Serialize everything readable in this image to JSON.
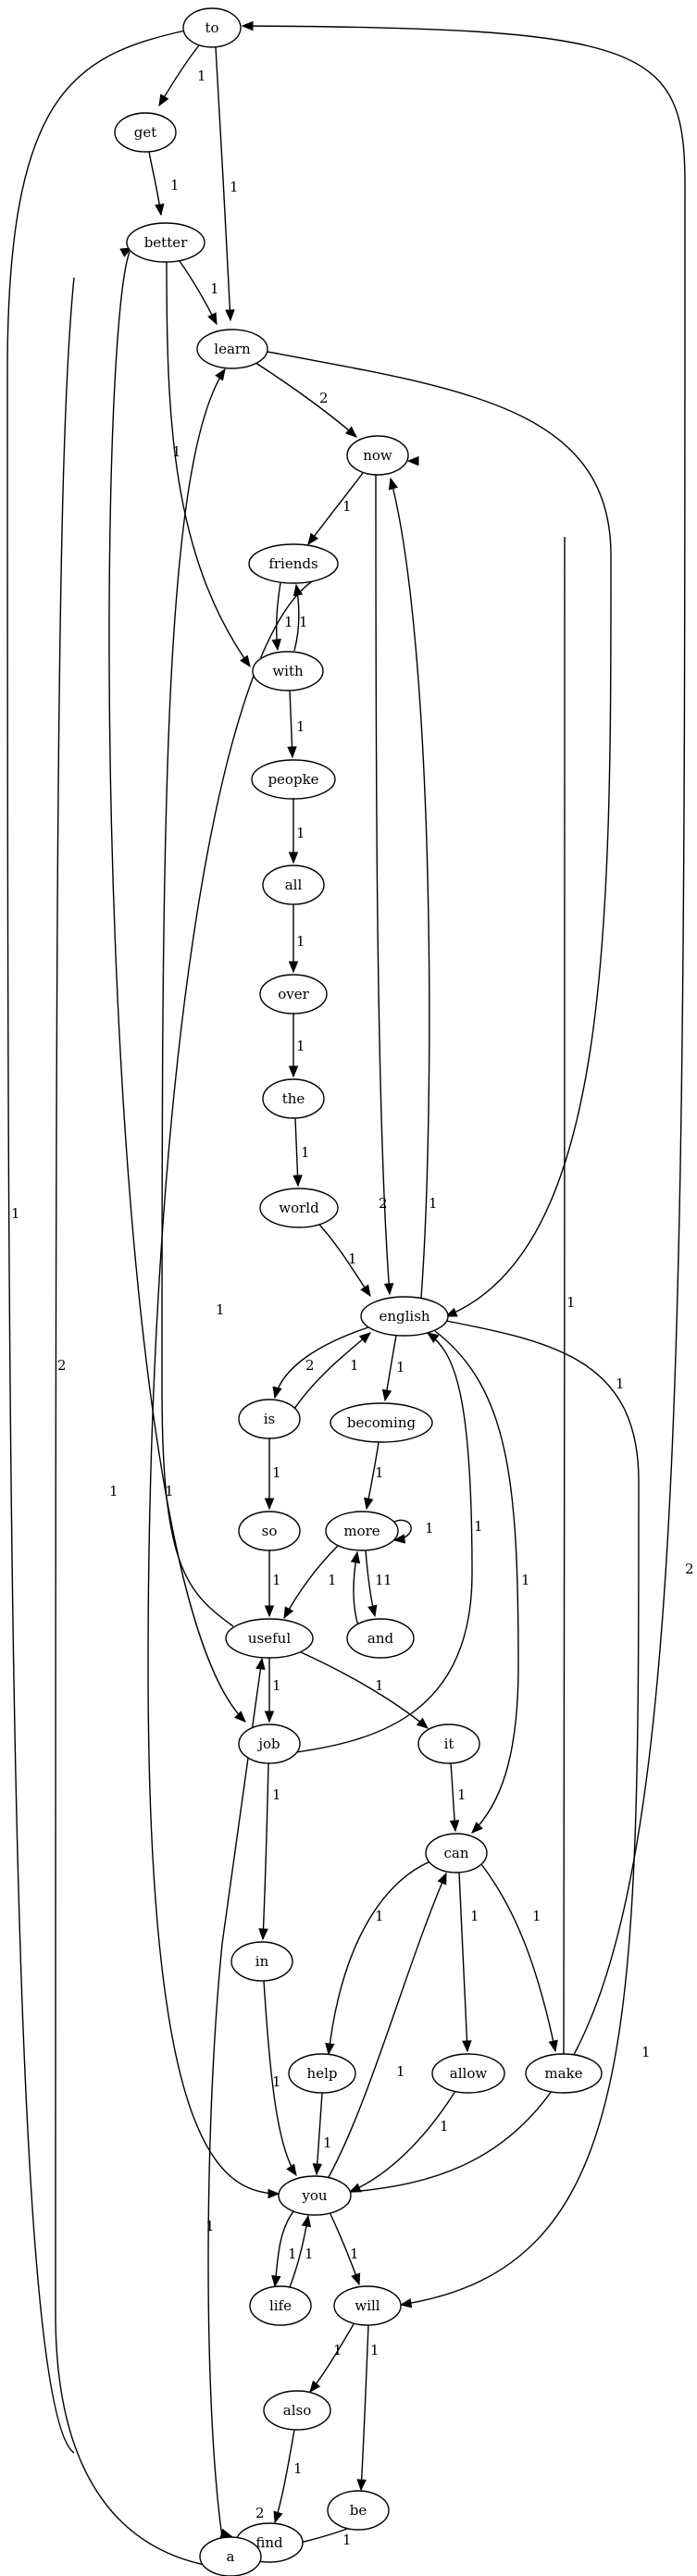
{
  "graph": {
    "nodes": [
      {
        "id": "to",
        "label": "to"
      },
      {
        "id": "get",
        "label": "get"
      },
      {
        "id": "better",
        "label": "better"
      },
      {
        "id": "learn",
        "label": "learn"
      },
      {
        "id": "now",
        "label": "now"
      },
      {
        "id": "friends",
        "label": "friends"
      },
      {
        "id": "with",
        "label": "with"
      },
      {
        "id": "peopke",
        "label": "peopke"
      },
      {
        "id": "all",
        "label": "all"
      },
      {
        "id": "over",
        "label": "over"
      },
      {
        "id": "the",
        "label": "the"
      },
      {
        "id": "world",
        "label": "world"
      },
      {
        "id": "english",
        "label": "english"
      },
      {
        "id": "is",
        "label": "is"
      },
      {
        "id": "becoming",
        "label": "becoming"
      },
      {
        "id": "so",
        "label": "so"
      },
      {
        "id": "more",
        "label": "more"
      },
      {
        "id": "and",
        "label": "and"
      },
      {
        "id": "useful",
        "label": "useful"
      },
      {
        "id": "job",
        "label": "job"
      },
      {
        "id": "it",
        "label": "it"
      },
      {
        "id": "can",
        "label": "can"
      },
      {
        "id": "in",
        "label": "in"
      },
      {
        "id": "help",
        "label": "help"
      },
      {
        "id": "allow",
        "label": "allow"
      },
      {
        "id": "make",
        "label": "make"
      },
      {
        "id": "you",
        "label": "you"
      },
      {
        "id": "life",
        "label": "life"
      },
      {
        "id": "will",
        "label": "will"
      },
      {
        "id": "also",
        "label": "also"
      },
      {
        "id": "be",
        "label": "be"
      },
      {
        "id": "find",
        "label": "find"
      },
      {
        "id": "a",
        "label": "a"
      }
    ],
    "edges": [
      {
        "from": "to",
        "to": "get",
        "label": "1"
      },
      {
        "from": "to",
        "to": "learn",
        "label": "1"
      },
      {
        "from": "to",
        "to": "find",
        "label": "1"
      },
      {
        "from": "get",
        "to": "better",
        "label": "1"
      },
      {
        "from": "better",
        "to": "learn",
        "label": "1"
      },
      {
        "from": "better",
        "to": "with",
        "label": "1"
      },
      {
        "from": "better",
        "to": "job",
        "label": "1"
      },
      {
        "from": "learn",
        "to": "now",
        "label": "2"
      },
      {
        "from": "learn",
        "to": "english",
        "label": "1"
      },
      {
        "from": "now",
        "to": "friends",
        "label": "1"
      },
      {
        "from": "now",
        "to": "english",
        "label": "2"
      },
      {
        "from": "friends",
        "to": "with",
        "label": "1"
      },
      {
        "from": "friends",
        "to": "you",
        "label": "1"
      },
      {
        "from": "with",
        "to": "friends",
        "label": "1"
      },
      {
        "from": "with",
        "to": "peopke",
        "label": "1"
      },
      {
        "from": "peopke",
        "to": "all",
        "label": "1"
      },
      {
        "from": "all",
        "to": "over",
        "label": "1"
      },
      {
        "from": "over",
        "to": "the",
        "label": "1"
      },
      {
        "from": "the",
        "to": "world",
        "label": "1"
      },
      {
        "from": "world",
        "to": "english",
        "label": "1"
      },
      {
        "from": "english",
        "to": "now",
        "label": "1"
      },
      {
        "from": "english",
        "to": "is",
        "label": "2"
      },
      {
        "from": "english",
        "to": "becoming",
        "label": "1"
      },
      {
        "from": "english",
        "to": "can",
        "label": "1"
      },
      {
        "from": "english",
        "to": "will",
        "label": "1"
      },
      {
        "from": "is",
        "to": "english",
        "label": "1"
      },
      {
        "from": "is",
        "to": "so",
        "label": "1"
      },
      {
        "from": "becoming",
        "to": "more",
        "label": "1"
      },
      {
        "from": "more",
        "to": "more",
        "label": "1"
      },
      {
        "from": "more",
        "to": "and",
        "label": "1"
      },
      {
        "from": "more",
        "to": "useful",
        "label": "1"
      },
      {
        "from": "and",
        "to": "more",
        "label": "1"
      },
      {
        "from": "so",
        "to": "useful",
        "label": "1"
      },
      {
        "from": "useful",
        "to": "learn",
        "label": "1"
      },
      {
        "from": "useful",
        "to": "job",
        "label": "1"
      },
      {
        "from": "useful",
        "to": "it",
        "label": "1"
      },
      {
        "from": "job",
        "to": "english",
        "label": "1"
      },
      {
        "from": "job",
        "to": "in",
        "label": "1"
      },
      {
        "from": "it",
        "to": "can",
        "label": "1"
      },
      {
        "from": "can",
        "to": "help",
        "label": "1"
      },
      {
        "from": "can",
        "to": "allow",
        "label": "1"
      },
      {
        "from": "can",
        "to": "make",
        "label": "1"
      },
      {
        "from": "make",
        "to": "now",
        "label": "1"
      },
      {
        "from": "in",
        "to": "you",
        "label": "1"
      },
      {
        "from": "help",
        "to": "you",
        "label": "1"
      },
      {
        "from": "allow",
        "to": "you",
        "label": "1"
      },
      {
        "from": "you",
        "to": "can",
        "label": "1"
      },
      {
        "from": "you",
        "to": "life",
        "label": "1"
      },
      {
        "from": "you",
        "to": "will",
        "label": "1"
      },
      {
        "from": "you",
        "to": "to",
        "label": "2"
      },
      {
        "from": "life",
        "to": "you",
        "label": "1"
      },
      {
        "from": "will",
        "to": "also",
        "label": "1"
      },
      {
        "from": "will",
        "to": "be",
        "label": "1"
      },
      {
        "from": "also",
        "to": "find",
        "label": "1"
      },
      {
        "from": "be",
        "to": "a",
        "label": "1"
      },
      {
        "from": "find",
        "to": "a",
        "label": "2"
      },
      {
        "from": "a",
        "to": "useful",
        "label": "1"
      },
      {
        "from": "a",
        "to": "better",
        "label": "2"
      }
    ]
  }
}
